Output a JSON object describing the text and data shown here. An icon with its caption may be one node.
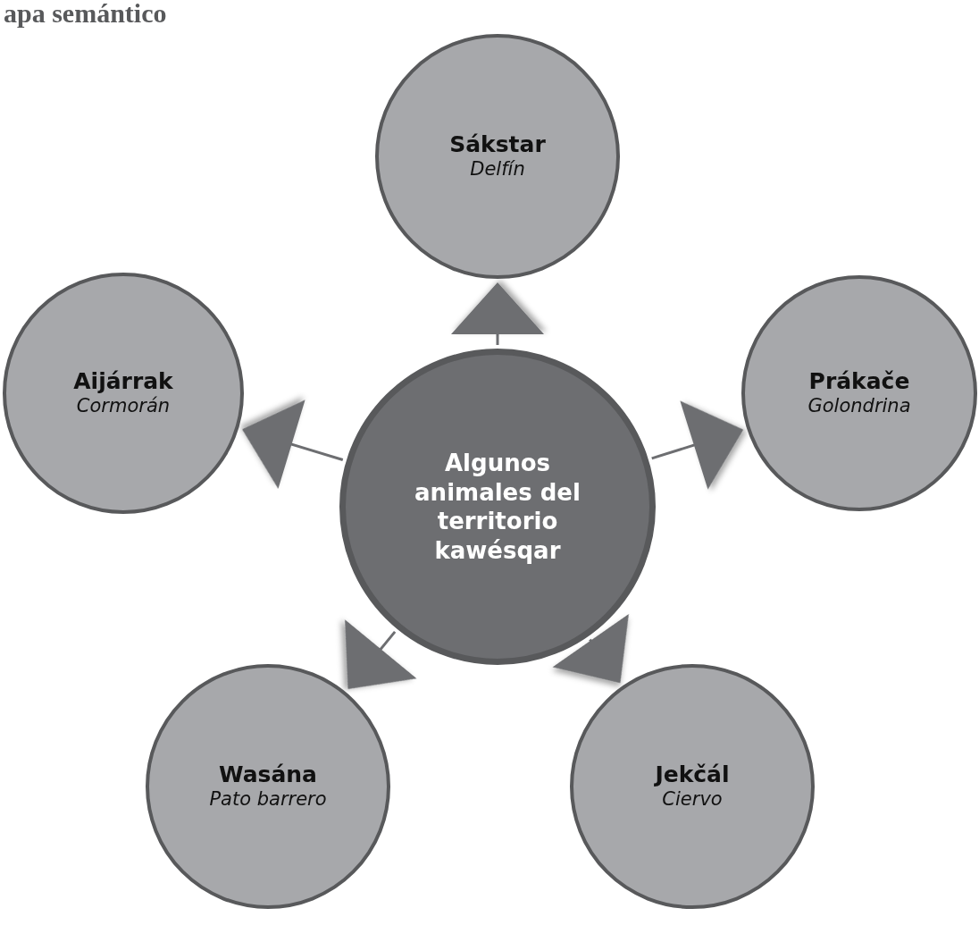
{
  "diagram": {
    "title": "apa semántico",
    "nodes": [
      {
        "text": [
          "Algunos animales del territorio kawésqar"
        ]
      },
      {
        "text": [
          "Sákstar",
          "Delfín"
        ]
      },
      {
        "text": [
          "Aijárrak",
          "Cormorán"
        ]
      },
      {
        "text": [
          "Prákače",
          "Golondrina"
        ]
      },
      {
        "text": [
          "Wasána",
          "Pato barrero"
        ]
      },
      {
        "text": [
          "Jekčál",
          "Ciervo"
        ]
      }
    ],
    "edges": [
      {
        "from": 0,
        "to": 1,
        "arrow": "to"
      },
      {
        "from": 0,
        "to": 2,
        "arrow": "to"
      },
      {
        "from": 0,
        "to": 3,
        "arrow": "to"
      },
      {
        "from": 0,
        "to": 4,
        "arrow": "to"
      },
      {
        "from": 0,
        "to": 5,
        "arrow": "to"
      }
    ]
  }
}
